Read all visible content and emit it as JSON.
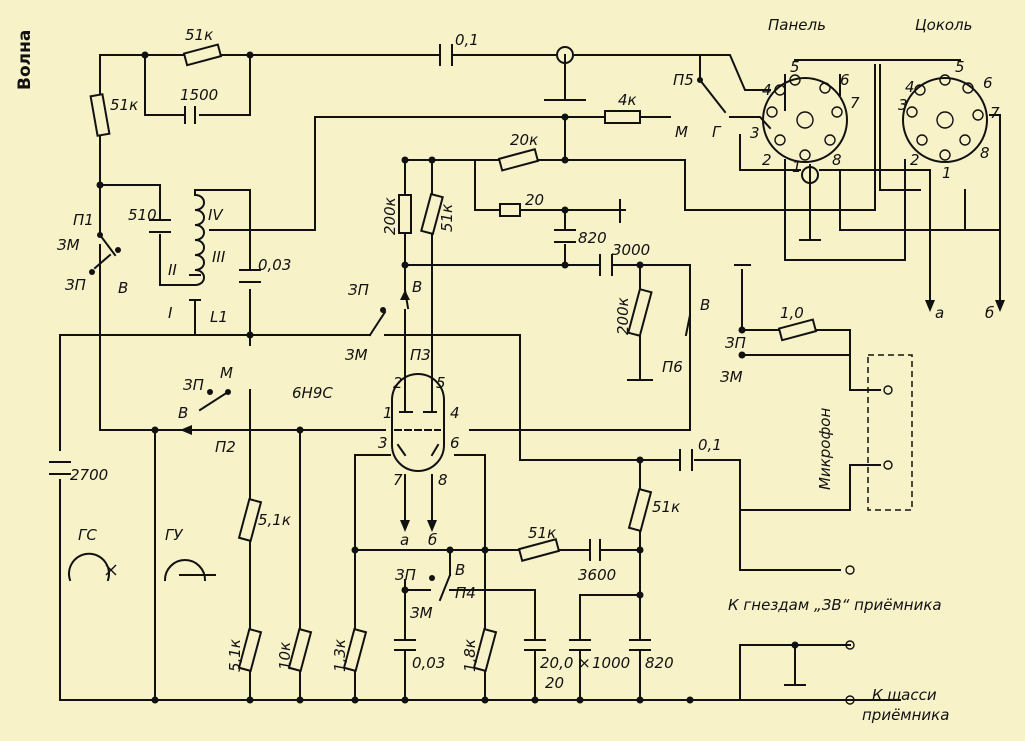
{
  "title": "Волна",
  "labels": {
    "r51k_top": "51к",
    "c01_top": "0,1",
    "c1500": "1500",
    "r51k_left": "51к",
    "r4k": "4к",
    "r20k": "20к",
    "m_top": "М",
    "g_top": "Г",
    "p5": "П5",
    "panel": "Панель",
    "cokol": "Цоколь",
    "p1": "П1",
    "c510": "510",
    "zm_p1": "ЗМ",
    "zp_p1": "ЗП",
    "v_p1": "В",
    "ind_iv": "IV",
    "ind_iii": "III",
    "ind_ii": "II",
    "ind_i": "I",
    "l1": "L1",
    "c003_top": "0,03",
    "r200k_a": "200к",
    "r51k_b": "51к",
    "c20": "20",
    "c820_top": "820",
    "c3000": "3000",
    "r200k_b": "200к",
    "v_p6": "В",
    "p6": "П6",
    "zp_p3": "ЗП",
    "v_p3": "В",
    "p3": "П3",
    "zm_p3": "ЗМ",
    "r10": "1,0",
    "zp_mic": "ЗП",
    "zm_mic": "ЗМ",
    "mic": "Микрофон",
    "zp_p2": "ЗП",
    "m_p2": "М",
    "v_p2": "В",
    "p2": "П2",
    "tube": "6Н9С",
    "pin1": "1",
    "pin2": "2",
    "pin3": "3",
    "pin4": "4",
    "pin5": "5",
    "pin6": "6",
    "pin7": "7",
    "pin8": "8",
    "c01_mid": "0,1",
    "c2700": "2700",
    "gs": "ГС",
    "gu": "ГУ",
    "r51k_vert": "5,1к",
    "r51k_right": "51к",
    "a_low": "а",
    "b_low": "б",
    "r51k_low": "51к",
    "c3600": "3600",
    "zp_p4": "ЗП",
    "v_p4": "В",
    "p4": "П4",
    "zm_p4": "ЗМ",
    "to_jacks": "К гнездам „ЗВ“ приёмника",
    "r51k_bot": "5,1к",
    "r10k": "10к",
    "r13k": "1,3к",
    "c003_bot": "0,03",
    "r18k": "1,8к",
    "c20x20": "20,0 ×",
    "c20x20b": "20",
    "c1000": "1000",
    "c820_bot": "820",
    "to_chassis1": "К шасси",
    "to_chassis2": "приёмника",
    "out_a": "а",
    "out_b": "б",
    "panel_pins": [
      "1",
      "2",
      "3",
      "4",
      "5",
      "6",
      "7",
      "8"
    ],
    "cokol_pins": [
      "1",
      "2",
      "3",
      "4",
      "5",
      "6",
      "7",
      "8"
    ]
  }
}
